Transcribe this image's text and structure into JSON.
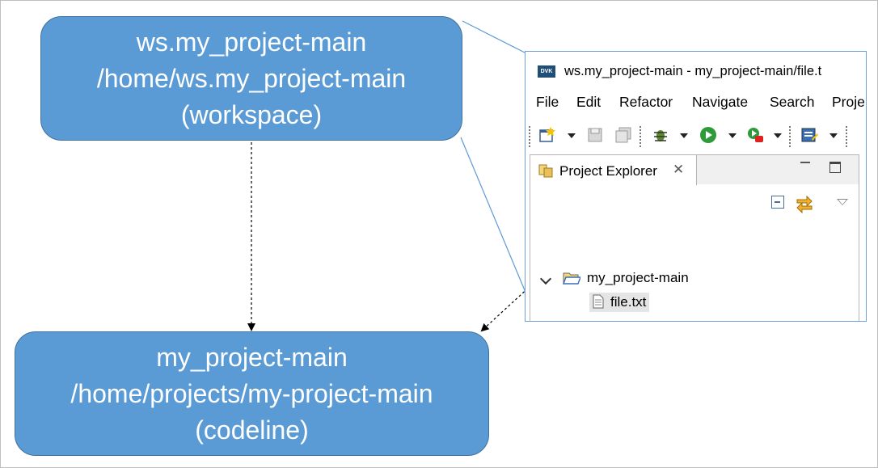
{
  "workspace_box": {
    "line1": "ws.my_project-main",
    "line2": "/home/ws.my_project-main",
    "line3": "(workspace)"
  },
  "codeline_box": {
    "line1": "my_project-main",
    "line2": "/home/projects/my-project-main",
    "line3": "(codeline)"
  },
  "eclipse": {
    "app_icon_text": "DVK",
    "window_title": "ws.my_project-main - my_project-main/file.t",
    "menu": [
      "File",
      "Edit",
      "Refactor",
      "Navigate",
      "Search",
      "Proje"
    ],
    "view_tab_label": "Project Explorer",
    "tree": {
      "project_name": "my_project-main",
      "file_name": "file.txt"
    }
  },
  "colors": {
    "box_fill": "#5b9bd5",
    "box_border": "#41719c",
    "callout_line": "#5b9bd5"
  }
}
